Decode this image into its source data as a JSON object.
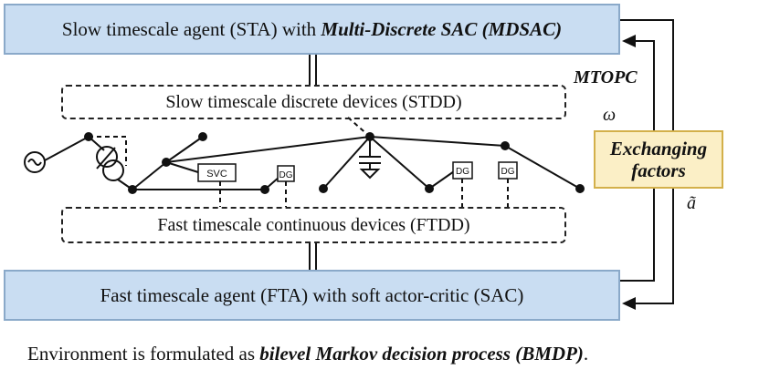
{
  "sta": {
    "prefix": "Slow timescale agent (STA) with ",
    "method": "Multi-Discrete SAC (MDSAC)"
  },
  "fta": {
    "text": "Fast timescale agent (FTA) with soft actor-critic (SAC)"
  },
  "stdd": {
    "label": "Slow timescale discrete devices (STDD)"
  },
  "ftdd": {
    "label": "Fast timescale continuous devices (FTDD)"
  },
  "exchange": {
    "line1": "Exchanging",
    "line2": "factors"
  },
  "labels": {
    "mtopc": "MTOPC",
    "omega": "ω",
    "a_tilde": "ã"
  },
  "grid_devices": {
    "svc": "SVC",
    "dg": "DG"
  },
  "caption": {
    "prefix": "Environment is formulated as ",
    "emphasis": "bilevel Markov decision process (BMDP)",
    "suffix": "."
  },
  "colors": {
    "agent_fill": "#c9ddf2",
    "agent_border": "#8aa9c9",
    "exchange_fill": "#fbefc6",
    "exchange_border": "#d3b04a"
  },
  "icons": [
    "ac-source-icon",
    "transformer-icon",
    "capacitor-icon",
    "bus-node-icon"
  ]
}
